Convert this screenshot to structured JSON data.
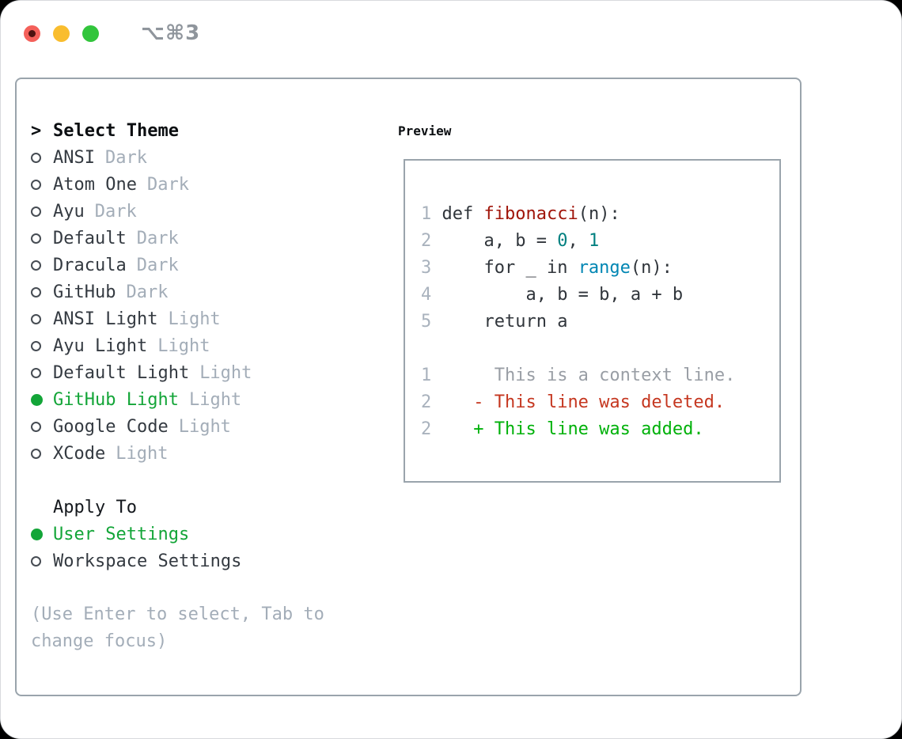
{
  "titlebar": {
    "title": "⌥⌘3"
  },
  "colors": {
    "accent_green": "#13a538",
    "panel_border": "#9aa4ac",
    "muted": "#a3adb8",
    "text": "#343a41",
    "header": "#0b0e11"
  },
  "selector": {
    "prompt": ">",
    "header": "Select Theme",
    "themes": [
      {
        "name": "ANSI",
        "variant": "Dark",
        "selected": false
      },
      {
        "name": "Atom One",
        "variant": "Dark",
        "selected": false
      },
      {
        "name": "Ayu",
        "variant": "Dark",
        "selected": false
      },
      {
        "name": "Default",
        "variant": "Dark",
        "selected": false
      },
      {
        "name": "Dracula",
        "variant": "Dark",
        "selected": false
      },
      {
        "name": "GitHub",
        "variant": "Dark",
        "selected": false
      },
      {
        "name": "ANSI Light",
        "variant": "Light",
        "selected": false
      },
      {
        "name": "Ayu Light",
        "variant": "Light",
        "selected": false
      },
      {
        "name": "Default Light",
        "variant": "Light",
        "selected": false
      },
      {
        "name": "GitHub Light",
        "variant": "Light",
        "selected": true
      },
      {
        "name": "Google Code",
        "variant": "Light",
        "selected": false
      },
      {
        "name": "XCode",
        "variant": "Light",
        "selected": false
      }
    ],
    "apply_to": {
      "header": "Apply To",
      "options": [
        {
          "label": "User Settings",
          "selected": true
        },
        {
          "label": "Workspace Settings",
          "selected": false
        }
      ]
    },
    "hint_lines": [
      "(Use Enter to select, Tab to",
      "change focus)"
    ]
  },
  "preview": {
    "header": "Preview",
    "palette": {
      "lineno": "#a9b2bd",
      "fg": "#30353b",
      "func": "#a0150a",
      "num": "#008080",
      "builtin": "#0086b3",
      "ctx": "#999ea5",
      "del": "#c53720",
      "add": "#00b10a"
    },
    "code_lines": [
      {
        "segs": [
          [
            "1",
            "lineno"
          ],
          [
            " def ",
            "fg"
          ],
          [
            "fibonacci",
            "func"
          ],
          [
            "(n):",
            "fg"
          ]
        ]
      },
      {
        "segs": [
          [
            "2",
            "lineno"
          ],
          [
            "     a, b = ",
            "fg"
          ],
          [
            "0",
            "num"
          ],
          [
            ", ",
            "fg"
          ],
          [
            "1",
            "num"
          ]
        ]
      },
      {
        "segs": [
          [
            "3",
            "lineno"
          ],
          [
            "     for _ in ",
            "fg"
          ],
          [
            "range",
            "builtin"
          ],
          [
            "(n):",
            "fg"
          ]
        ]
      },
      {
        "segs": [
          [
            "4",
            "lineno"
          ],
          [
            "         a, b = b, a + b",
            "fg"
          ]
        ]
      },
      {
        "segs": [
          [
            "5",
            "lineno"
          ],
          [
            "     return a",
            "fg"
          ]
        ]
      },
      {
        "segs": []
      },
      {
        "segs": [
          [
            "1",
            "lineno"
          ],
          [
            "      This is a context line.",
            "ctx"
          ]
        ]
      },
      {
        "segs": [
          [
            "2",
            "lineno"
          ],
          [
            "    ",
            "fg"
          ],
          [
            "- This line was deleted.",
            "del"
          ]
        ]
      },
      {
        "segs": [
          [
            "2",
            "lineno"
          ],
          [
            "    ",
            "fg"
          ],
          [
            "+ This line was added.",
            "add"
          ]
        ]
      }
    ]
  }
}
